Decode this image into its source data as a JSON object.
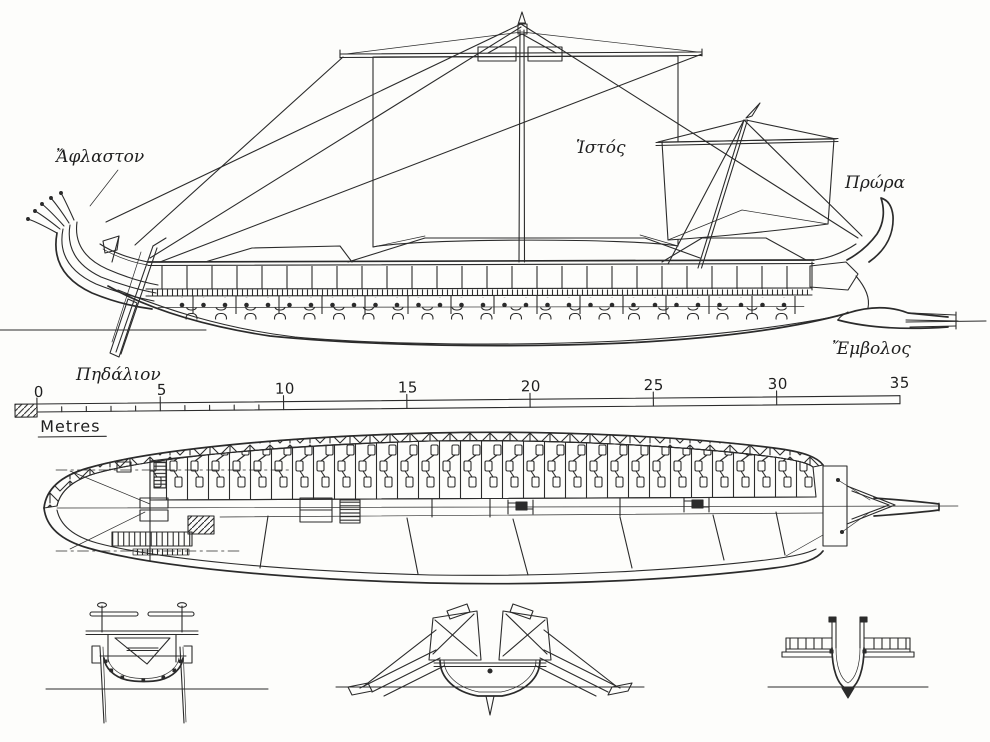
{
  "labels": {
    "aphlaston": "Ἄφλαστον",
    "histos": "Ἱστός",
    "prora": "Πρώρα",
    "embolos": "Ἔμβολος",
    "pedalion": "Πηδάλιον"
  },
  "scale_bar": {
    "unit_label": "Metres",
    "ticks": [
      "0",
      "5",
      "10",
      "15",
      "20",
      "25",
      "30",
      "35"
    ]
  },
  "colors": {
    "ink": "#2b2b2b",
    "paper": "#fdfdfb"
  }
}
